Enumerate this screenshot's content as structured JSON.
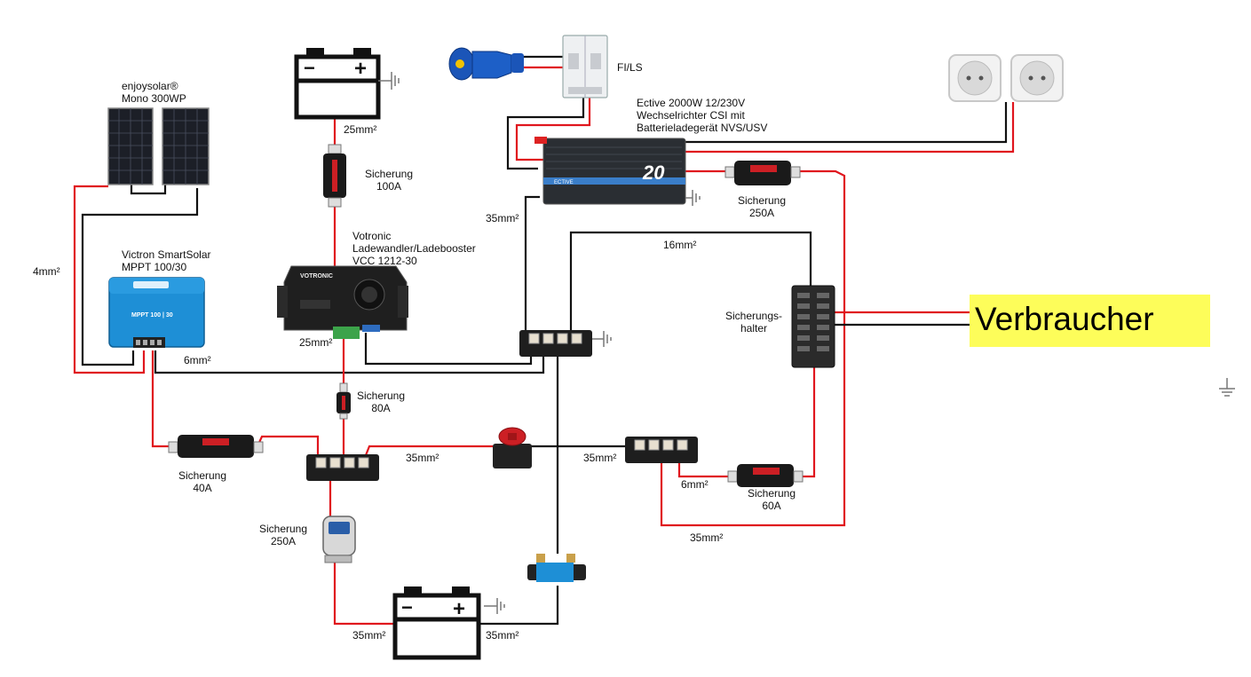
{
  "labels": {
    "solar_panel": "enjoysolar®\nMono 300WP",
    "mppt": "Victron SmartSolar\nMPPT 100/30",
    "booster": "Votronic\nLadewandler/Ladebooster\nVCC 1212-30",
    "inverter": "Ective 2000W 12/230V\nWechselrichter CSI mit\nBatterieladegerät NVS/USV",
    "fi_ls": "FI/LS",
    "fuse_100a": "Sicherung\n100A",
    "fuse_250a_inverter": "Sicherung\n250A",
    "fuse_80a": "Sicherung\n80A",
    "fuse_40a": "Sicherung\n40A",
    "fuse_250a_battery": "Sicherung\n250A",
    "fuse_60a": "Sicherung\n60A",
    "fuse_holder": "Sicherungs-\nhalter",
    "consumer": "Verbraucher"
  },
  "cables": {
    "solar_4mm": "4mm²",
    "mppt_6mm": "6mm²",
    "starter_25mm": "25mm²",
    "booster_25mm": "25mm²",
    "inverter_35mm": "35mm²",
    "fuseholder_16mm": "16mm²",
    "busbar_35mm_left": "35mm²",
    "busbar_35mm_right": "35mm²",
    "fuse60_6mm": "6mm²",
    "bottom_35mm": "35mm²",
    "battery_35mm_left": "35mm²",
    "battery_35mm_right": "35mm²"
  },
  "inverter_display": "20",
  "inverter_brand": "ECTIVE",
  "booster_brand": "VOTRONIC",
  "mppt_display": "MPPT 100 | 30",
  "battery_plus": "+",
  "battery_minus": "−",
  "colors": {
    "positive": "#e0161e",
    "negative": "#111111",
    "highlight": "#fdfd5a"
  }
}
